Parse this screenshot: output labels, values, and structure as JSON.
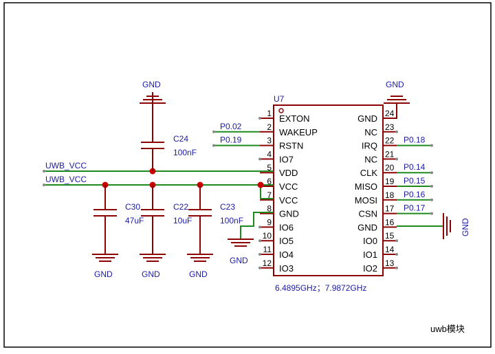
{
  "component": {
    "ref": "U7",
    "note": "6.4895GHz；7.9872GHz",
    "left_pins": [
      {
        "num": "1",
        "name": "EXTON",
        "net": ""
      },
      {
        "num": "2",
        "name": "WAKEUP",
        "net": "P0.02"
      },
      {
        "num": "3",
        "name": "RSTN",
        "net": "P0.19"
      },
      {
        "num": "4",
        "name": "IO7",
        "net": ""
      },
      {
        "num": "5",
        "name": "VDD",
        "net": ""
      },
      {
        "num": "6",
        "name": "VCC",
        "net": ""
      },
      {
        "num": "7",
        "name": "VCC",
        "net": ""
      },
      {
        "num": "8",
        "name": "GND",
        "net": ""
      },
      {
        "num": "9",
        "name": "IO6",
        "net": ""
      },
      {
        "num": "10",
        "name": "IO5",
        "net": ""
      },
      {
        "num": "11",
        "name": "IO4",
        "net": ""
      },
      {
        "num": "12",
        "name": "IO3",
        "net": ""
      }
    ],
    "right_pins": [
      {
        "num": "24",
        "name": "GND",
        "net": ""
      },
      {
        "num": "23",
        "name": "NC",
        "net": ""
      },
      {
        "num": "22",
        "name": "IRQ",
        "net": "P0.18"
      },
      {
        "num": "21",
        "name": "NC",
        "net": ""
      },
      {
        "num": "20",
        "name": "CLK",
        "net": "P0.14"
      },
      {
        "num": "19",
        "name": "MISO",
        "net": "P0.15"
      },
      {
        "num": "18",
        "name": "MOSI",
        "net": "P0.16"
      },
      {
        "num": "17",
        "name": "CSN",
        "net": "P0.17"
      },
      {
        "num": "16",
        "name": "GND",
        "net": ""
      },
      {
        "num": "15",
        "name": "IO0",
        "net": ""
      },
      {
        "num": "14",
        "name": "IO1",
        "net": ""
      },
      {
        "num": "13",
        "name": "IO2",
        "net": ""
      }
    ]
  },
  "nets": {
    "vcc1": "UWB_VCC",
    "vcc2": "UWB_VCC",
    "gnd": "GND"
  },
  "capacitors": [
    {
      "ref": "C24",
      "value": "100nF"
    },
    {
      "ref": "C30",
      "value": "47uF"
    },
    {
      "ref": "C22",
      "value": "10uF"
    },
    {
      "ref": "C23",
      "value": "100nF"
    }
  ],
  "title_block": "uwb模块",
  "colors": {
    "wire": "#1e8a1e",
    "symbol": "#8b0000",
    "net_label": "#1a1aa6",
    "junction": "#cc0000"
  }
}
